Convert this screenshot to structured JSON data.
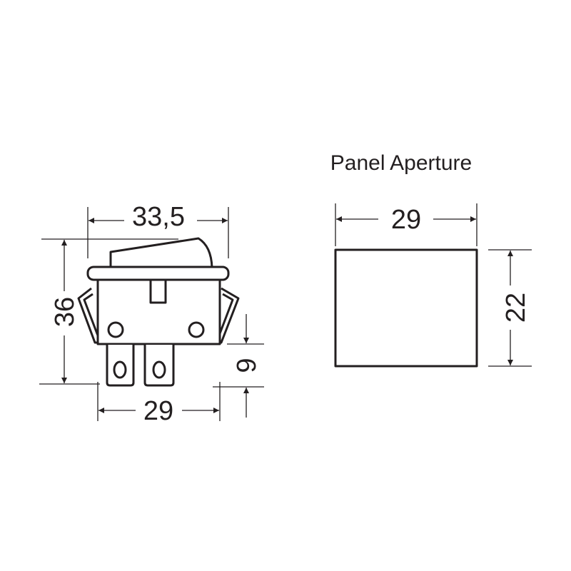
{
  "switch_drawing": {
    "width_label": "33,5",
    "height_label": "36",
    "body_width_label": "29",
    "terminal_length_label": "9"
  },
  "panel_aperture": {
    "title": "Panel Aperture",
    "width_label": "29",
    "height_label": "22"
  },
  "colors": {
    "line": "#231f20",
    "background": "#ffffff"
  }
}
